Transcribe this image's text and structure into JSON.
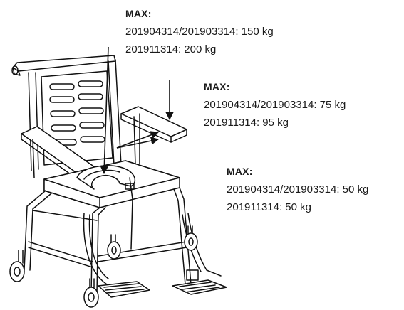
{
  "labels": {
    "seat_back": {
      "heading": "MAX:",
      "lines": [
        "201904314/201903314: 150 kg",
        "201911314: 200 kg"
      ]
    },
    "armrest": {
      "heading": "MAX:",
      "lines": [
        "201904314/201903314: 75 kg",
        "201911314: 95 kg"
      ]
    },
    "footrest": {
      "heading": "MAX:",
      "lines": [
        "201904314/201903314: 50 kg",
        "201911314: 50 kg"
      ]
    }
  }
}
